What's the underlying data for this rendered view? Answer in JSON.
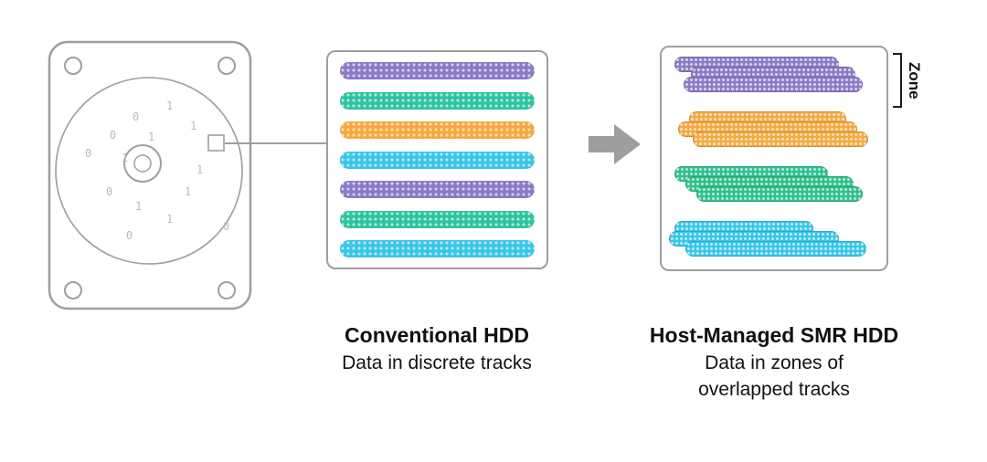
{
  "colors": {
    "purple": "#8b7ac6",
    "teal": "#2ec4a0",
    "green": "#2fc08c",
    "orange": "#f6a83f",
    "cyan": "#38c6e9",
    "outline": "#9e9e9e",
    "arrow": "#9e9e9e"
  },
  "hdd": {
    "digits": [
      "0",
      "1",
      "1",
      "0",
      "1",
      "0",
      "1",
      "1",
      "1",
      "0",
      "1",
      "1",
      "0",
      "0"
    ]
  },
  "conventional": {
    "title": "Conventional HDD",
    "subtitle": "Data in discrete tracks",
    "track_colors": [
      "purple",
      "teal",
      "orange",
      "cyan",
      "purple",
      "teal",
      "cyan"
    ]
  },
  "smr": {
    "title": "Host-Managed SMR HDD",
    "subtitle_line1": "Data in zones of",
    "subtitle_line2": "overlapped tracks",
    "zone_label": "Zone",
    "zone_colors": [
      "purple",
      "orange",
      "green",
      "cyan"
    ]
  }
}
